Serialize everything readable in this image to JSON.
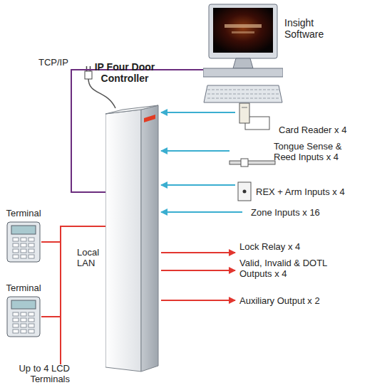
{
  "diagram": {
    "nodes": [
      {
        "text": [
          "IP Four Door Controller"
        ]
      },
      {
        "text": [
          "Insight Software"
        ]
      },
      {
        "text": [
          "Terminal"
        ]
      },
      {
        "text": [
          "Terminal"
        ]
      }
    ],
    "edges": [
      {
        "from": 0,
        "to": 1,
        "arrow": "none",
        "label": "TCP/IP"
      },
      {
        "from": 0,
        "to": 2,
        "arrow": "none"
      },
      {
        "from": 0,
        "to": 3,
        "arrow": "none"
      }
    ],
    "labels": [
      "Card Reader x 4",
      "Tongue Sense & Reed Inputs x 4",
      "REX + Arm Inputs x 4",
      "Zone Inputs x 16",
      "Lock Relay x 4",
      "Valid, Invalid & DOTL Outputs x 4",
      "Auxiliary Output x 2",
      "Local LAN",
      "Up to 4 LCD Terminals"
    ]
  }
}
